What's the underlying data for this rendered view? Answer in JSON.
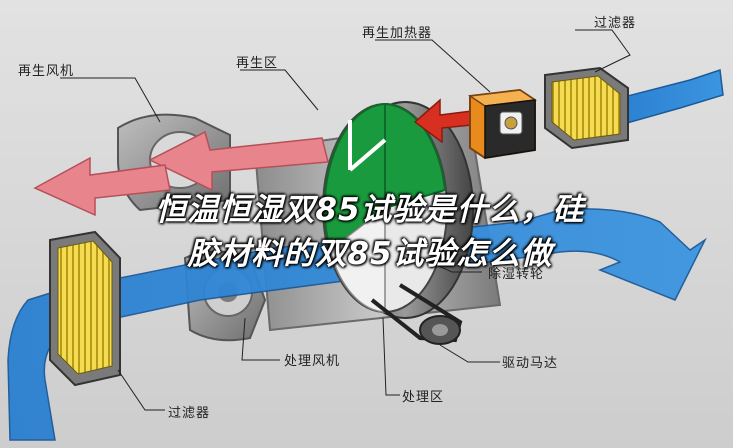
{
  "labels": {
    "regen_fan": "再生风机",
    "regen_zone": "再生区",
    "regen_heater": "再生加热器",
    "filter_top": "过滤器",
    "desiccant_wheel": "除湿转轮",
    "process_fan": "处理风机",
    "drive_motor": "驱动马达",
    "process_zone": "处理区",
    "filter_bottom": "过滤器"
  },
  "overlay_title": {
    "line1": "恒温恒湿双85试验是什么，硅",
    "line2": "胶材料的双85试验怎么做"
  },
  "colors": {
    "background": "#d6d6d6",
    "regen_airflow": "#e8848c",
    "hot_airflow": "#d83020",
    "process_airflow": "#2a7fd0",
    "wheel_green": "#1a9a3e",
    "heater_orange": "#e88a1c",
    "filter_yellow": "#f0d848"
  }
}
